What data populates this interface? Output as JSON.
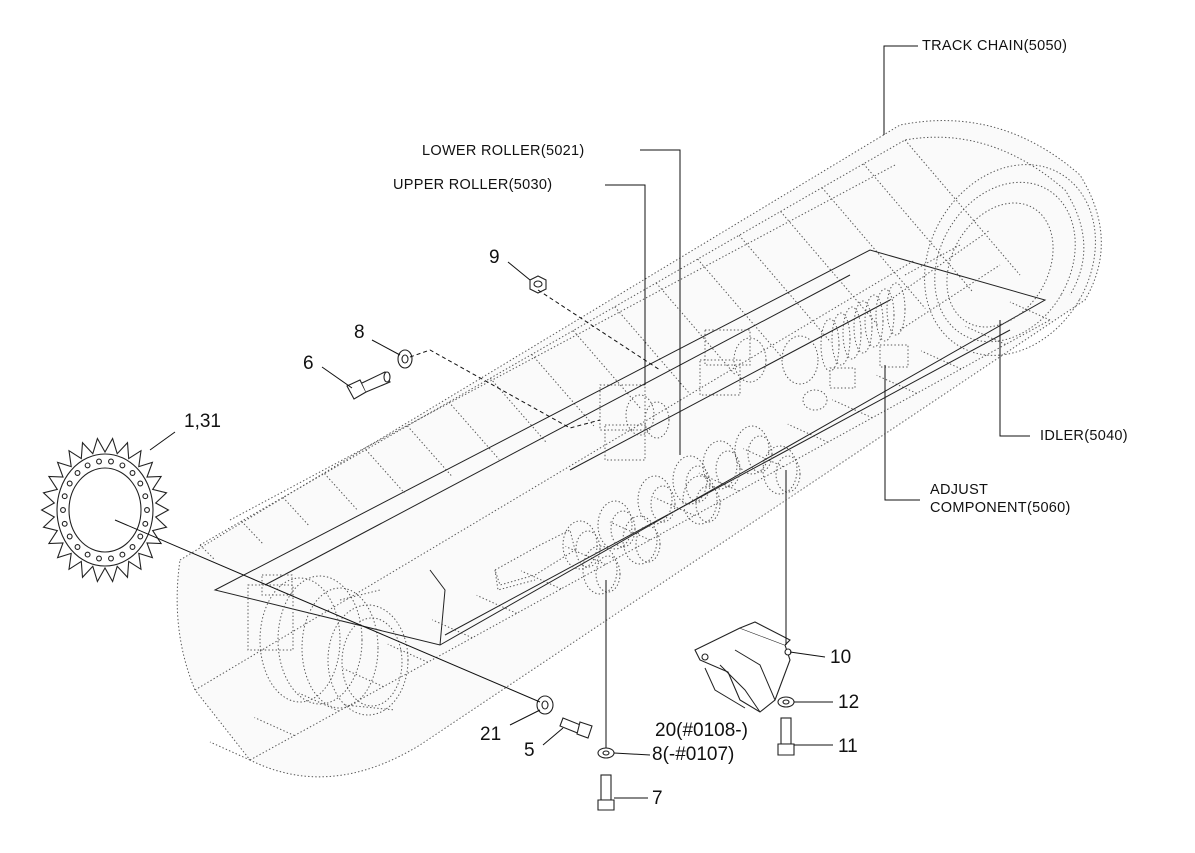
{
  "labels": {
    "track_chain": "TRACK CHAIN(5050)",
    "lower_roller": "LOWER ROLLER(5021)",
    "upper_roller": "UPPER ROLLER(5030)",
    "idler": "IDLER(5040)",
    "adjust_line1": "ADJUST",
    "adjust_line2": "COMPONENT(5060)"
  },
  "callouts": {
    "c9": "9",
    "c8_top": "8",
    "c6": "6",
    "c1_31": "1,31",
    "c10": "10",
    "c12": "12",
    "c20": "20(#0108-)",
    "c11": "11",
    "c21": "21",
    "c5": "5",
    "c8_bottom": "8(-#0107)",
    "c7": "7"
  }
}
